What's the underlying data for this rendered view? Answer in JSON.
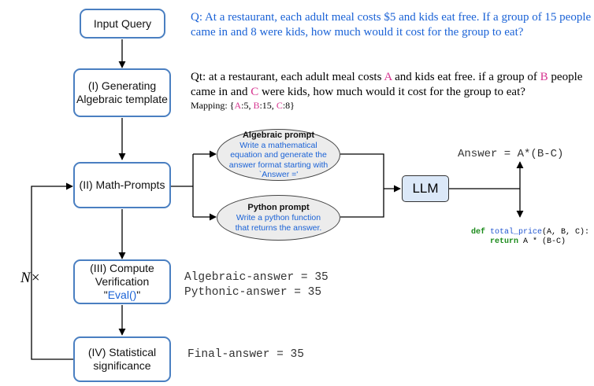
{
  "flow": {
    "input_query": "Input Query",
    "generating_line1": "(I) Generating",
    "generating_line2": "Algebraic template",
    "math_prompts": "(II) Math-Prompts",
    "compute_line1": "(III) Compute",
    "compute_line2": "Verification",
    "compute_quote_open": "\"",
    "compute_eval": "Eval()",
    "compute_quote_close": "\"",
    "statistical_line1": "(IV) Statistical",
    "statistical_line2": "significance",
    "loop_label": "N×"
  },
  "question": {
    "q_prefix": "Q:",
    "q_text": "At a restaurant, each adult meal costs $5 and kids eat free.  If a group of 15 people came in and 8 were kids, how much would it cost for the group to eat?"
  },
  "template": {
    "prefix": "Qt:",
    "part1": "at a restaurant, each adult meal costs",
    "var_a": "A",
    "part2": "and kids eat free.  if a group of",
    "var_b": "B",
    "part3": "people came in and",
    "var_c": "C",
    "part4": "were kids, how much would it cost for the group to eat?",
    "mapping_label": "Mapping:",
    "mapping_open": "{",
    "map_a_key": "A",
    "map_a_val": ":5, ",
    "map_b_key": "B",
    "map_b_val": ":15, ",
    "map_c_key": "C",
    "map_c_val": ":8}"
  },
  "prompts": {
    "algebraic_title": "Algebraic prompt",
    "algebraic_body": "Write a mathematical equation and generate the answer format starting with `Answer ='",
    "python_title": "Python prompt",
    "python_body": "Write a python function that returns the answer."
  },
  "llm_label": "LLM",
  "outputs": {
    "algebraic_answer_expr": "Answer = A*(B-C)",
    "code_def": "def",
    "code_fn": "total_price",
    "code_sig": "(A, B, C):",
    "code_return": "return",
    "code_expr": "A * (B-C)"
  },
  "results": {
    "algebraic_answer": "Algebraic-answer = 35",
    "pythonic_answer": "Pythonic-answer = 35",
    "final_answer": "Final-answer = 35"
  },
  "colors": {
    "box_border": "#4a7fc1",
    "question_text": "#1a62d6",
    "variable": "#d6338f",
    "llm_fill": "#dbe8f8",
    "ellipse_fill": "#ececec"
  }
}
